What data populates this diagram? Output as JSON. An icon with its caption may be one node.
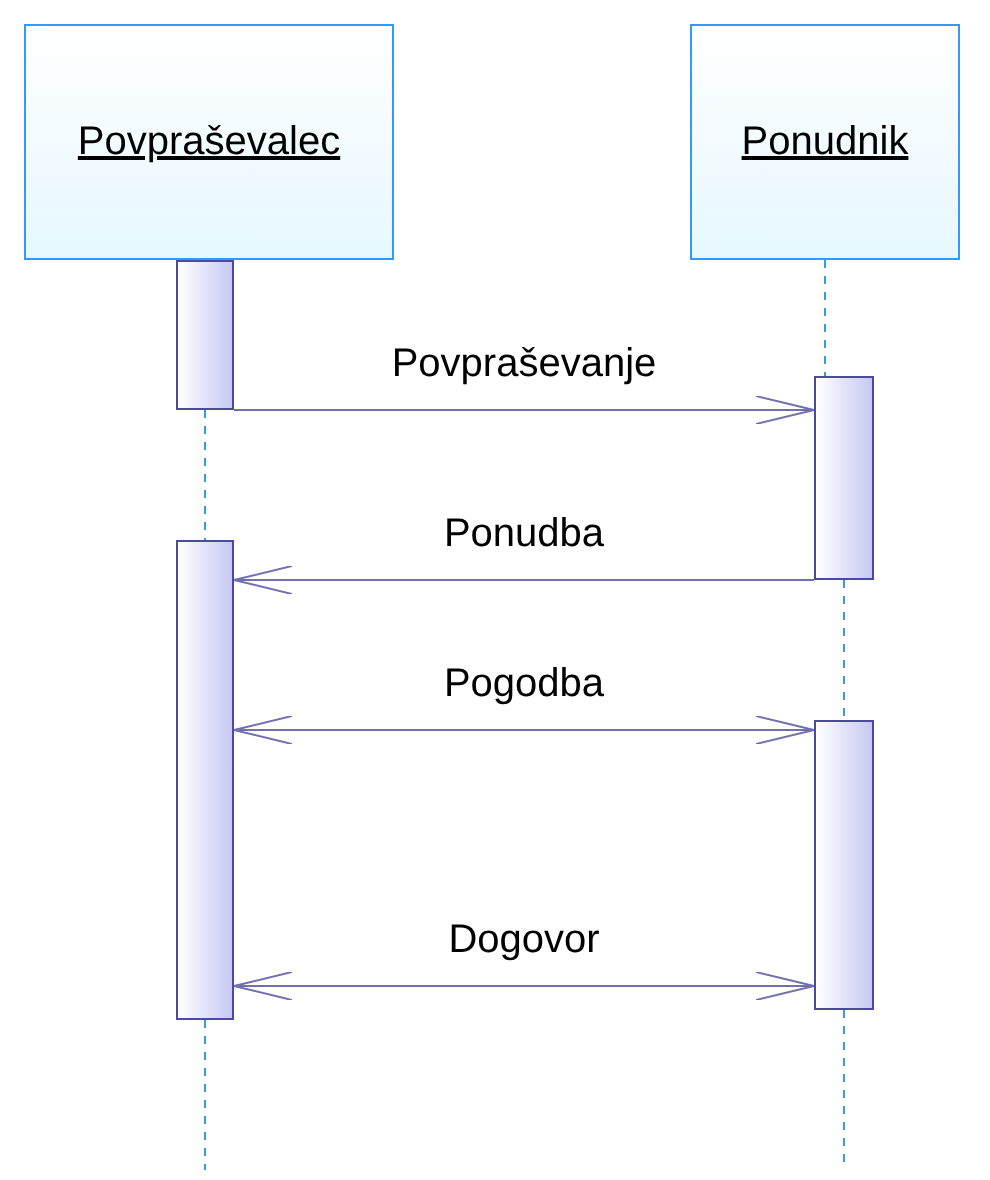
{
  "diagram": {
    "nodes": [
      {
        "text": [
          "Povpraševalec"
        ]
      },
      {
        "text": [
          "Ponudnik"
        ]
      },
      {
        "text": [],
        "shape": "bar"
      },
      {
        "text": [],
        "shape": "bar"
      },
      {
        "text": [],
        "shape": "bar"
      },
      {
        "text": [],
        "shape": "bar"
      }
    ],
    "edges": [
      {
        "from": 2,
        "to": 4,
        "arrow": "none",
        "style": "dashed",
        "color": "#3399ff"
      },
      {
        "from": 4,
        "to": null,
        "arrow": "none",
        "style": "dashed",
        "color": "#3399ff"
      },
      {
        "from": 1,
        "to": 3,
        "arrow": "none",
        "style": "dashed",
        "color": "#3399ff"
      },
      {
        "from": 3,
        "to": 5,
        "arrow": "none",
        "style": "dashed",
        "color": "#3399ff"
      },
      {
        "from": 5,
        "to": null,
        "arrow": "none",
        "style": "dashed",
        "color": "#3399ff"
      },
      {
        "from": 2,
        "to": 3,
        "arrow": "to",
        "label": "Povpraševanje"
      },
      {
        "from": 3,
        "to": 4,
        "arrow": "to",
        "label": "Ponudba"
      },
      {
        "from": 4,
        "to": 5,
        "arrow": "both",
        "label": "Pogodba"
      },
      {
        "from": 5,
        "to": 4,
        "arrow": "both",
        "label": "Dogovor"
      }
    ]
  }
}
